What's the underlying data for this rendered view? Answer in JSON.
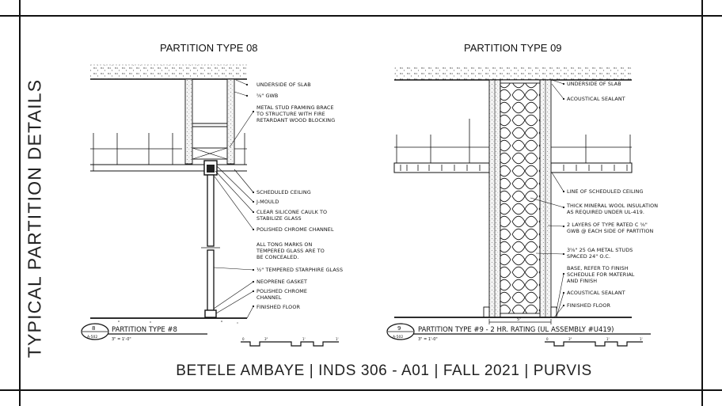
{
  "sheet": {
    "side_title": "TYPICAL PARTITION DETAILS",
    "footer": "BETELE AMBAYE | INDS 306 - A01 | FALL 2021 | PURVIS"
  },
  "detail_08": {
    "heading": "PARTITION TYPE 08",
    "notes": [
      "UNDERSIDE OF SLAB",
      "⅝\" GWB",
      "METAL STUD FRAMING BRACE",
      "TO STRUCTURE WITH FIRE",
      "RETARDANT WOOD BLOCKING",
      "SCHEDULED CEILING",
      "J-MOULD",
      "CLEAR SILICONE CAULK TO",
      "STABILIZE GLASS",
      "POLISHED CHROME CHANNEL",
      "ALL TONG MARKS ON",
      "TEMPERED GLASS ARE TO",
      "BE CONCEALED.",
      "½\" TEMPERED STARPHIRE GLASS",
      "NEOPRENE GASKET",
      "POLISHED CHROME",
      "CHANNEL",
      "FINISHED FLOOR"
    ],
    "tag_number": "8",
    "tag_sheet": "A-502",
    "tag_title": "PARTITION TYPE #8",
    "tag_scale": "3\" = 1'-0\""
  },
  "detail_09": {
    "heading": "PARTITION TYPE 09",
    "notes": [
      "UNDERSIDE OF SLAB",
      "ACOUSTICAL SEALANT",
      "LINE OF SCHEDULED CEILING",
      "THICK MINERAL WOOL INSULATION",
      "AS REQUIRED UNDER UL-419.",
      "2 LAYERS OF TYPE RATED C ⅝\"",
      "GWB @ EACH SIDE OF PARTITION",
      "3⅝\" 25 GA METAL STUDS",
      "SPACED 24\" O.C.",
      "BASE, REFER TO FINISH",
      "SCHEDULE FOR MATERIAL",
      "AND FINISH",
      "ACOUSTICAL SEALANT",
      "FINISHED FLOOR"
    ],
    "tag_number": "9",
    "tag_sheet": "A-502",
    "tag_title": "PARTITION TYPE #9 - 2 HR. RATING (UL ASSEMBLY #U419)",
    "tag_scale": "3\" = 1'-0\"",
    "dim_label": "5\""
  },
  "scale_bar": {
    "ticks": [
      "0",
      "3\"",
      "1'",
      "1'"
    ]
  }
}
